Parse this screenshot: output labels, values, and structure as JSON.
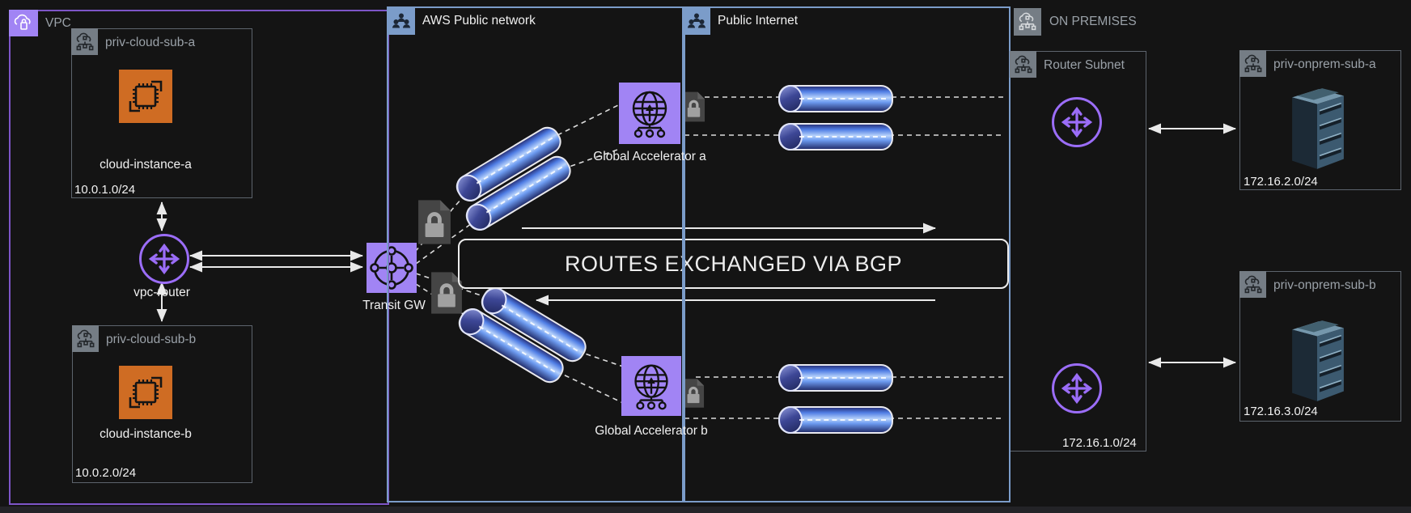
{
  "regions": {
    "vpc": {
      "label": "VPC"
    },
    "aws_public": {
      "label": "AWS Public network"
    },
    "public_internet": {
      "label": "Public Internet"
    },
    "on_premises": {
      "label": "ON PREMISES"
    }
  },
  "subnets": {
    "priv_cloud_sub_a": {
      "label": "priv-cloud-sub-a",
      "cidr": "10.0.1.0/24"
    },
    "priv_cloud_sub_b": {
      "label": "priv-cloud-sub-b",
      "cidr": "10.0.2.0/24"
    },
    "router_subnet": {
      "label": "Router Subnet",
      "cidr": "172.16.1.0/24"
    },
    "priv_onprem_sub_a": {
      "label": "priv-onprem-sub-a",
      "cidr": "172.16.2.0/24"
    },
    "priv_onprem_sub_b": {
      "label": "priv-onprem-sub-b",
      "cidr": "172.16.3.0/24"
    }
  },
  "nodes": {
    "cloud_instance_a": {
      "label": "cloud-instance-a"
    },
    "cloud_instance_b": {
      "label": "cloud-instance-b"
    },
    "vpc_router": {
      "label": "vpc-router"
    },
    "transit_gw": {
      "label": "Transit GW"
    },
    "global_accel_a": {
      "label": "Global Accelerator a"
    },
    "global_accel_b": {
      "label": "Global Accelerator b"
    }
  },
  "annotations": {
    "bgp": "ROUTES EXCHANGED VIA BGP"
  },
  "colors": {
    "purple-border": "#7d55c7",
    "purple-fill": "#a184f4",
    "purple-stroke": "#9b6df8",
    "blue-border": "#7b9cc9",
    "gray-fill": "#757d85",
    "gray-text": "#9aa1a8",
    "orange-fill": "#cf6c23",
    "tube-blue": "#4f7de4",
    "wire-white": "#e9e9e9"
  }
}
